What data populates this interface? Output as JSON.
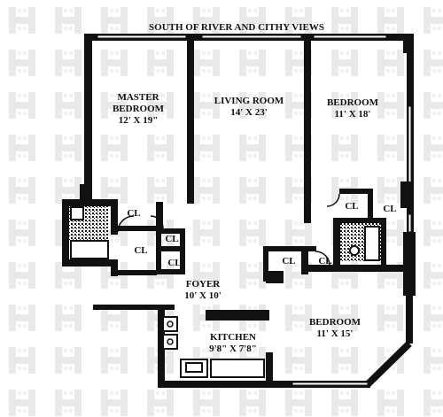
{
  "plan": {
    "header": "SOUTH OF RIVER AND CITHY VIEWS",
    "rooms": {
      "master_bedroom": {
        "name_line1": "MASTER",
        "name_line2": "BEDROOM",
        "size": "12' X 19\""
      },
      "living_room": {
        "name": "LIVING ROOM",
        "size": "14' X 23'"
      },
      "bedroom_east": {
        "name": "BEDROOM",
        "size": "11' X 18'"
      },
      "foyer": {
        "name": "FOYER",
        "size": "10' X 10'"
      },
      "kitchen": {
        "name": "KITCHEN",
        "size": "9'8\" X 7'8\""
      },
      "bedroom_south": {
        "name": "BEDROOM",
        "size": "11' X 15'"
      }
    },
    "closets": {
      "label": "CL"
    },
    "colors": {
      "wall": "#111111",
      "background": "#ffffff",
      "watermark": "#e6e6e6"
    }
  }
}
